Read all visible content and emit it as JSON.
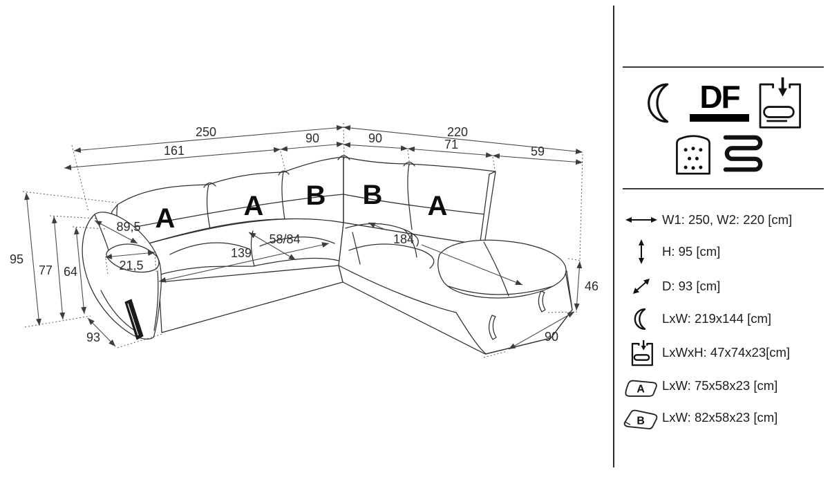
{
  "drawing": {
    "cushion_labels": [
      "A",
      "A",
      "B",
      "B",
      "A"
    ],
    "dims": {
      "width_total_left": "250",
      "width_left_section": "161",
      "width_left_corner": "90",
      "width_total_right": "220",
      "width_right_corner": "90",
      "width_right_section": "71",
      "width_right_arm": "59",
      "height_overall": "95",
      "height_backrest": "77",
      "height_armrest": "64",
      "depth_overall": "93",
      "armrest_diagonal": "89,5",
      "armrest_top_width": "21,5",
      "seat_width_left": "139",
      "seat_depth": "58/84",
      "seat_width_right": "184",
      "seat_height": "46",
      "chaise_depth": "90"
    }
  },
  "legend": {
    "df_label": "DF",
    "specs": [
      {
        "text": "W1: 250, W2: 220 [cm]"
      },
      {
        "text": "H: 95 [cm]"
      },
      {
        "text": "D: 93 [cm]"
      },
      {
        "text": "LxW: 219x144 [cm]"
      },
      {
        "text": "LxWxH: 47x74x23[cm]"
      },
      {
        "label": "A",
        "text": "LxW: 75x58x23 [cm]"
      },
      {
        "label": "B",
        "text": "LxW: 82x58x23 [cm]"
      }
    ]
  },
  "colors": {
    "line": "#2f2f2f",
    "dim_line": "#4a4a4a",
    "text": "#1f1f1f",
    "background": "#ffffff"
  }
}
